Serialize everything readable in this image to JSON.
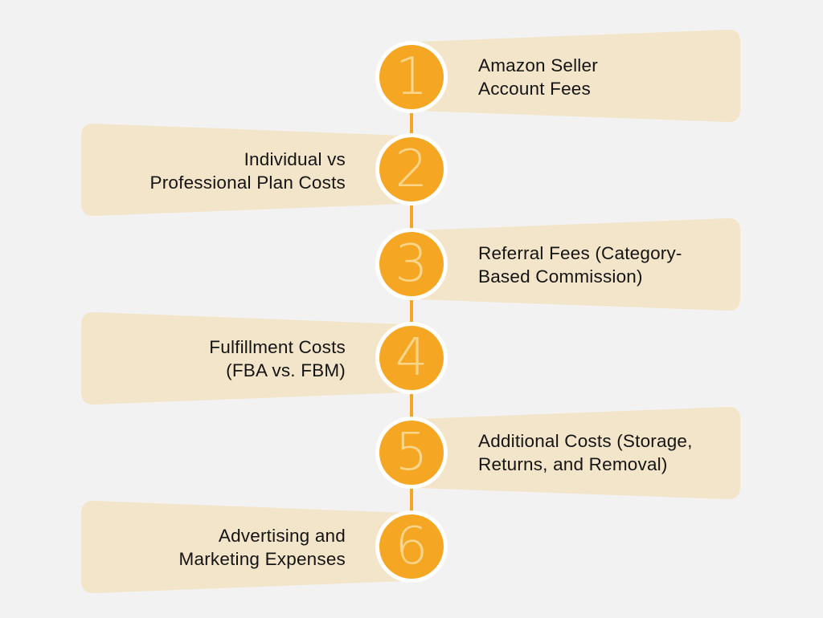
{
  "colors": {
    "background": "#f2f2f2",
    "panel_fill": "#f3e5c9",
    "circle_fill": "#f5a623",
    "circle_border": "#ffffff",
    "number_color": "#fbd58a",
    "text_color": "#141414",
    "spine_color": "#f5a623"
  },
  "steps": [
    {
      "number": "1",
      "side": "right",
      "label": "Amazon Seller\nAccount Fees"
    },
    {
      "number": "2",
      "side": "left",
      "label": "Individual vs\nProfessional Plan Costs"
    },
    {
      "number": "3",
      "side": "right",
      "label": "Referral Fees (Category-\nBased Commission)"
    },
    {
      "number": "4",
      "side": "left",
      "label": "Fulfillment Costs\n(FBA vs. FBM)"
    },
    {
      "number": "5",
      "side": "right",
      "label": "Additional Costs (Storage,\nReturns, and Removal)"
    },
    {
      "number": "6",
      "side": "left",
      "label": "Advertising and\nMarketing Expenses"
    }
  ]
}
